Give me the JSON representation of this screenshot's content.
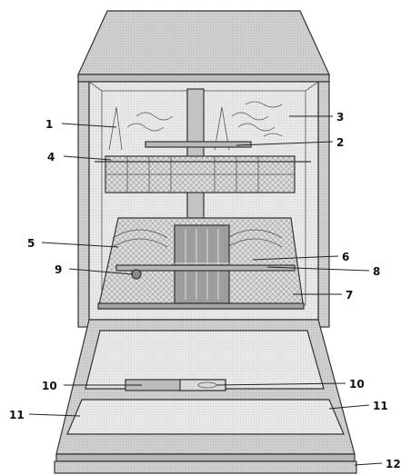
{
  "callouts": [
    {
      "id": "c1",
      "label": "1"
    },
    {
      "id": "c2",
      "label": "2"
    },
    {
      "id": "c3",
      "label": "3"
    },
    {
      "id": "c4",
      "label": "4"
    },
    {
      "id": "c5",
      "label": "5"
    },
    {
      "id": "c6",
      "label": "6"
    },
    {
      "id": "c7",
      "label": "7"
    },
    {
      "id": "c8",
      "label": "8"
    },
    {
      "id": "c9",
      "label": "9"
    },
    {
      "id": "c10l",
      "label": "10"
    },
    {
      "id": "c10r",
      "label": "10"
    },
    {
      "id": "c11l",
      "label": "11"
    },
    {
      "id": "c11r",
      "label": "11"
    },
    {
      "id": "c12",
      "label": "12"
    }
  ],
  "colors": {
    "cabinet": "#c9c9c9",
    "cabinet_dark": "#a9a9a9",
    "interior": "#e6e6e6",
    "rack": "#888888",
    "door": "#d2d2d2",
    "outline": "#333333"
  }
}
